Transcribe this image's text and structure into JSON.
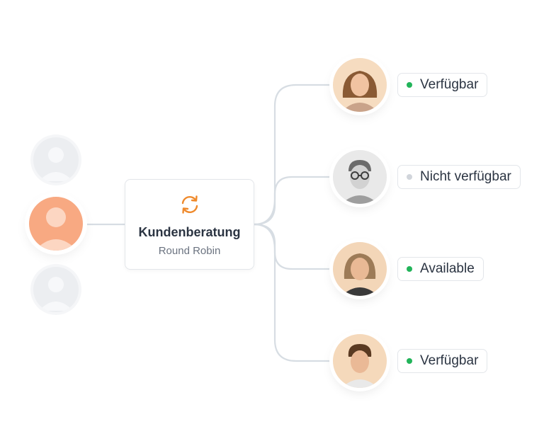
{
  "router": {
    "title": "Kundenberatung",
    "subtitle": "Round Robin",
    "icon": "round-robin-icon",
    "icon_color": "#ef8a2c"
  },
  "callers": [
    {
      "state": "inactive",
      "icon": "user-icon"
    },
    {
      "state": "active",
      "icon": "user-icon",
      "color": "#f8a982"
    },
    {
      "state": "inactive",
      "icon": "user-icon"
    }
  ],
  "agents": [
    {
      "status": "Verfügbar",
      "available": true,
      "avatar_bg": "#f6dcc0",
      "hair": "#8a5a34",
      "skin": "#f1c3a1",
      "shirt": "#c9a38a"
    },
    {
      "status": "Nicht verfügbar",
      "available": false,
      "avatar_bg": "#e9e9e9",
      "hair": "#6b6b6b",
      "skin": "#d2d2d2",
      "shirt": "#9e9e9e"
    },
    {
      "status": "Available",
      "available": true,
      "avatar_bg": "#f3d6b8",
      "hair": "#9d7b57",
      "skin": "#e9b995",
      "shirt": "#3a3a3a"
    },
    {
      "status": "Verfügbar",
      "available": true,
      "avatar_bg": "#f5d9bb",
      "hair": "#5a3a22",
      "skin": "#eab996",
      "shirt": "#e9e9e9"
    }
  ],
  "colors": {
    "available_dot": "#22b45a",
    "unavailable_dot": "#d1d5db",
    "connector": "#d7dde3"
  }
}
